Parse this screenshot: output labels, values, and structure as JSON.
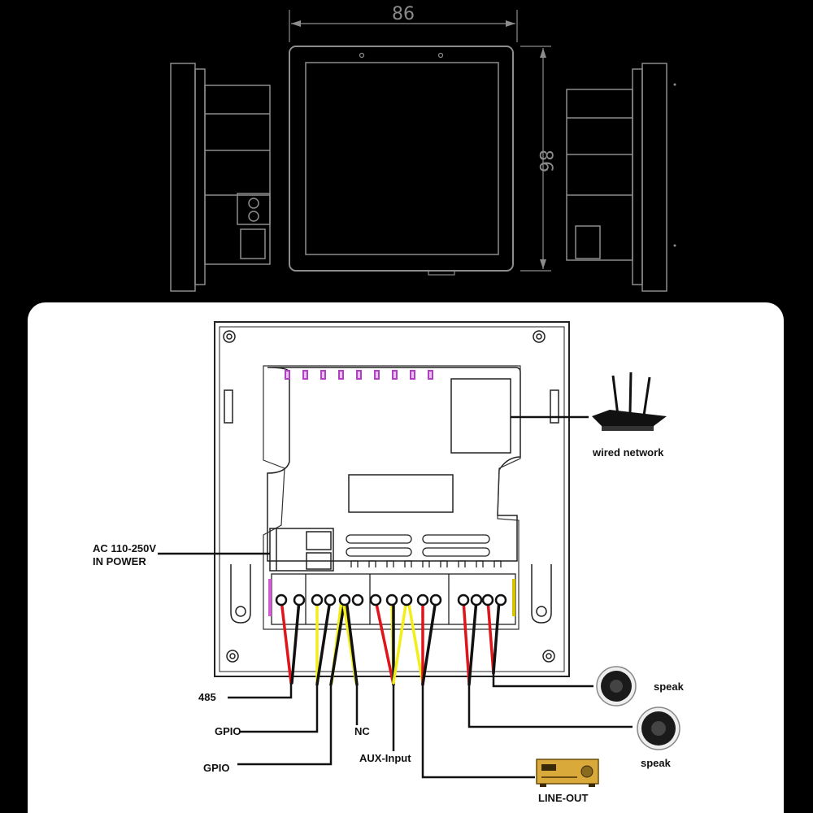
{
  "dimensions": {
    "width": "86",
    "height": "86"
  },
  "labels": {
    "wired_network": "wired network",
    "ac_power_line1": "AC 110-250V",
    "ac_power_line2": "IN POWER",
    "rs485": "485",
    "gpio_1": "GPIO",
    "gpio_2": "GPIO",
    "nc": "NC",
    "aux_input": "AUX-Input",
    "line_out": "LINE-OUT",
    "speak_1": "speak",
    "speak_2": "speak"
  },
  "colors": {
    "background": "#000000",
    "panel": "#ffffff",
    "wire_red": "#e0141b",
    "wire_yellow": "#f2ee1a",
    "wire_black": "#111111",
    "drawing_line": "#8c8c8c"
  }
}
